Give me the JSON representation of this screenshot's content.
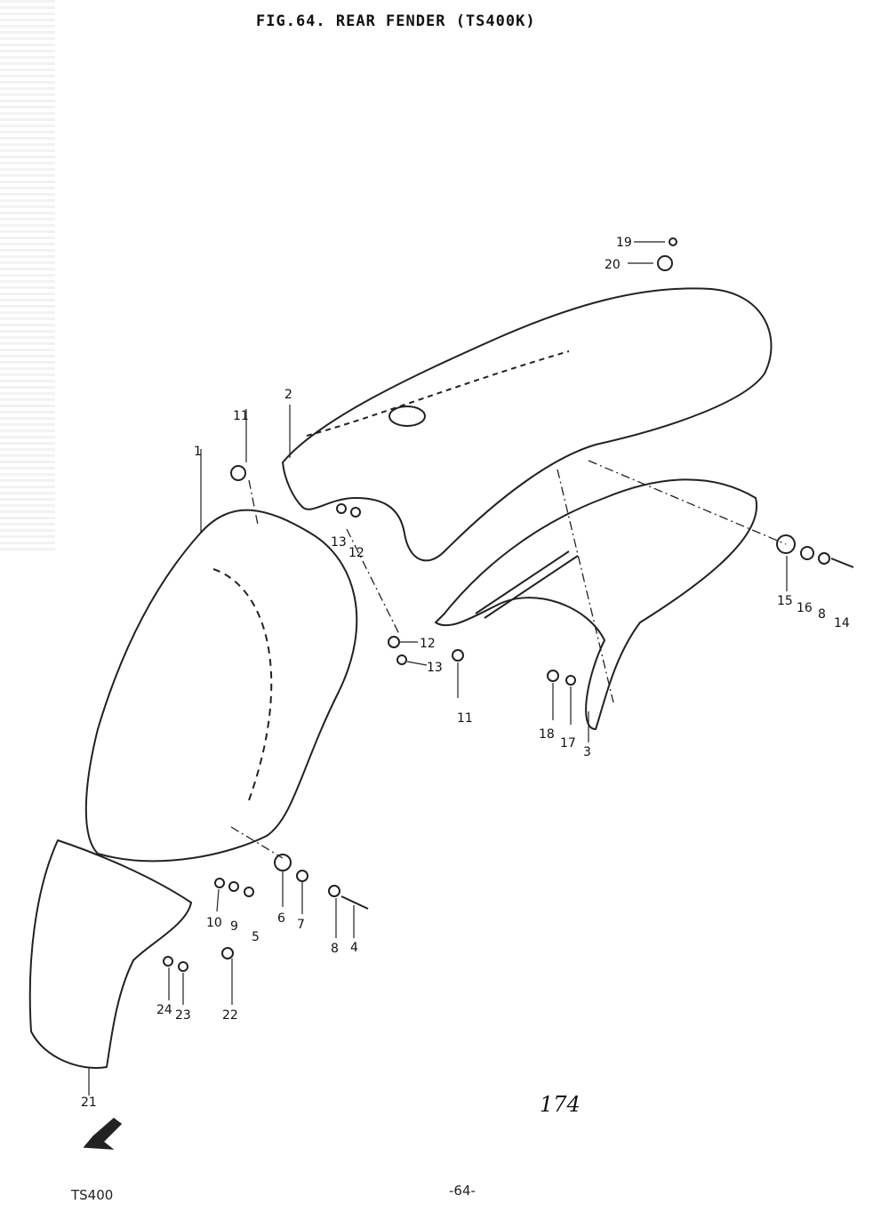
{
  "title": "FIG.64. REAR FENDER (TS400K)",
  "page_number": "174",
  "footer": {
    "model": "TS400",
    "page": "-64-"
  },
  "callouts": [
    "1",
    "2",
    "3",
    "4",
    "5",
    "6",
    "7",
    "8",
    "9",
    "10",
    "11",
    "12",
    "13",
    "14",
    "15",
    "16",
    "17",
    "18",
    "19",
    "20",
    "21",
    "22",
    "23",
    "24"
  ],
  "extra_callouts": [
    "11",
    "12",
    "13",
    "8"
  ],
  "icons": {
    "direction": "front-arrow-icon"
  }
}
